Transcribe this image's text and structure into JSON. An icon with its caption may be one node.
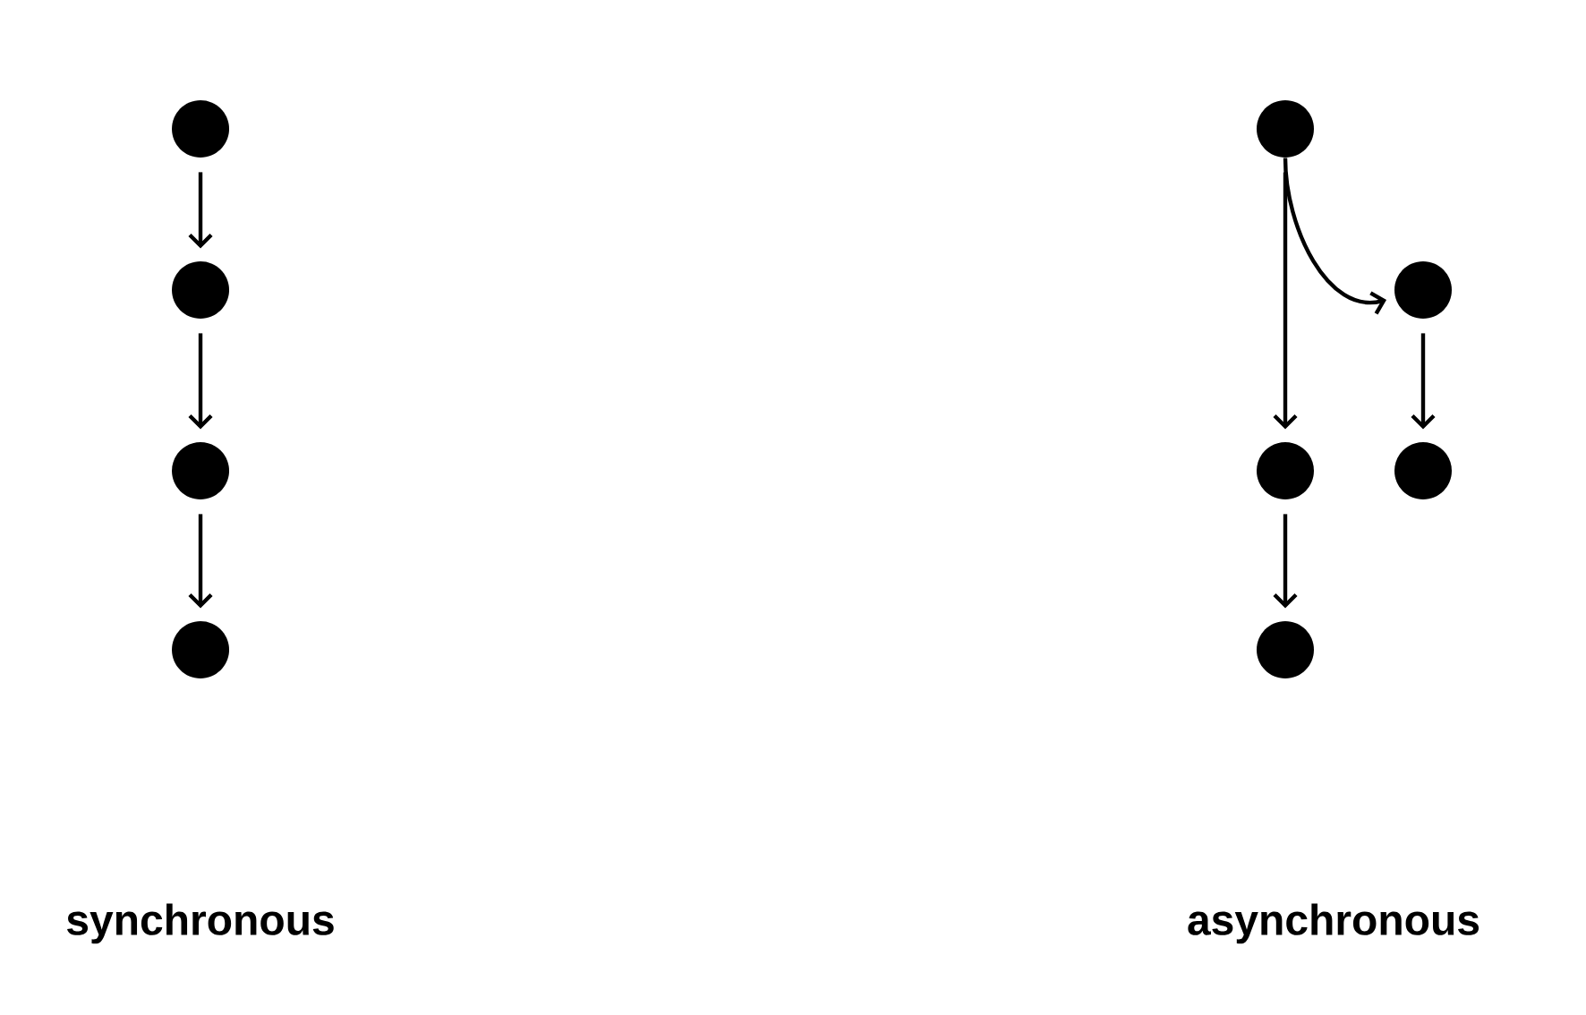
{
  "diagram": {
    "nodes": [
      {
        "text": [],
        "shape": "circle"
      },
      {
        "text": [],
        "shape": "circle"
      },
      {
        "text": [],
        "shape": "circle"
      },
      {
        "text": [],
        "shape": "circle"
      },
      {
        "text": [],
        "shape": "circle"
      },
      {
        "text": [],
        "shape": "circle"
      },
      {
        "text": [],
        "shape": "circle"
      },
      {
        "text": [],
        "shape": "circle"
      },
      {
        "text": [],
        "shape": "circle"
      }
    ],
    "edges": [
      {
        "from": 0,
        "to": 1,
        "arrow": "to"
      },
      {
        "from": 1,
        "to": 2,
        "arrow": "to"
      },
      {
        "from": 2,
        "to": 3,
        "arrow": "to"
      },
      {
        "from": 4,
        "to": 5,
        "arrow": "to"
      },
      {
        "from": 4,
        "to": 6,
        "arrow": "to"
      },
      {
        "from": 5,
        "to": 7,
        "arrow": "to"
      },
      {
        "from": 6,
        "to": 8,
        "arrow": "to"
      }
    ],
    "labels": [
      "synchronous",
      "asynchronous"
    ]
  }
}
